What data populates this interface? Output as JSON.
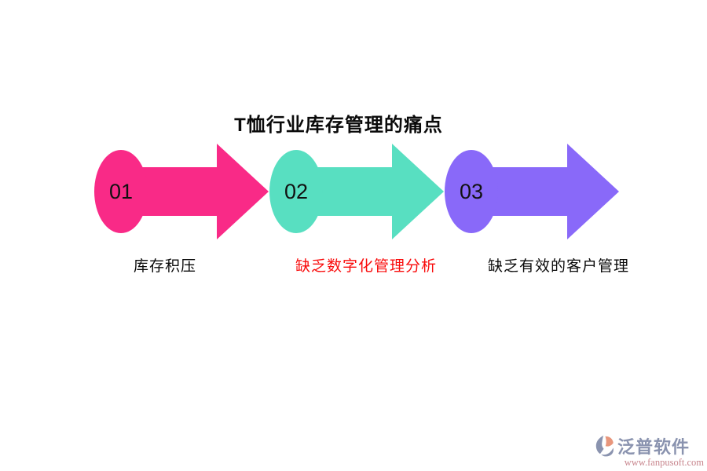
{
  "title": {
    "text": "T恤行业库存管理的痛点"
  },
  "steps": [
    {
      "number": "01",
      "label": "库存积压",
      "shape_color": "#F92A87",
      "label_color": "#0A0A0A"
    },
    {
      "number": "02",
      "label": "缺乏数字化管理分析",
      "shape_color": "#58DFC1",
      "label_color": "#F90B0B"
    },
    {
      "number": "03",
      "label": "缺乏有效的客户管理",
      "shape_color": "#8969F9",
      "label_color": "#0A0A0A"
    }
  ],
  "number_color": "#111111",
  "background_color": "#FFFFFF",
  "brand": {
    "name": "泛普软件",
    "url": "www.fanpusoft.com",
    "name_color": "#8A93AF",
    "url_color": "#C8858D",
    "icon_primary_color": "#8A93AF",
    "icon_accent_color": "#E8967C"
  }
}
